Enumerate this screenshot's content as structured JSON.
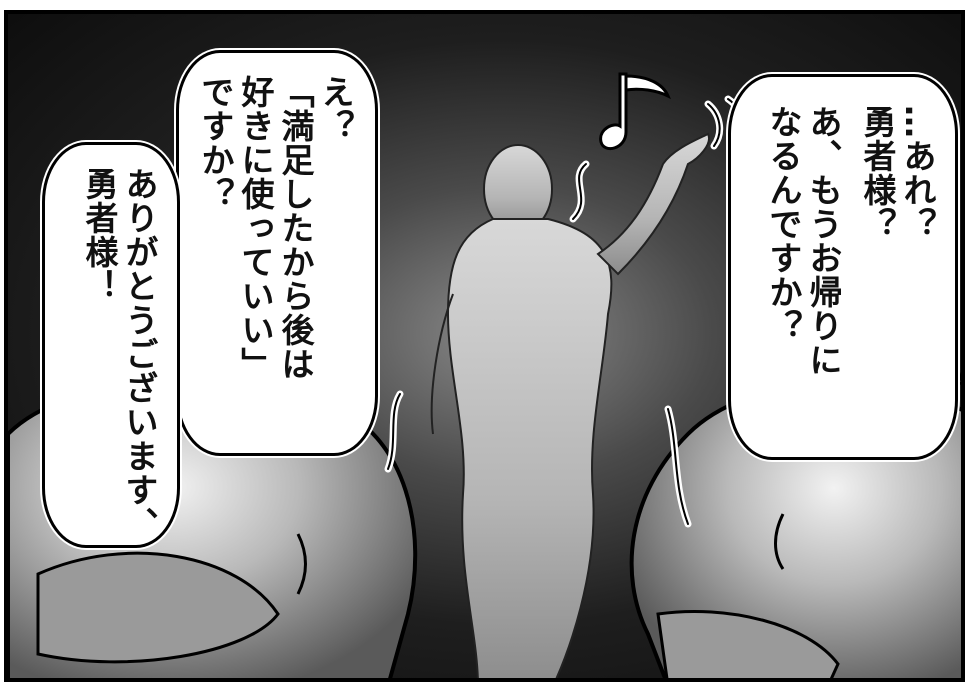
{
  "bubbles": [
    {
      "lines": [
        "…あれ？",
        "勇者様？",
        "あ、もうお帰りに",
        "なるんですか？"
      ]
    },
    {
      "lines": [
        "え？",
        "「満足したから後は",
        "好きに使っていい」",
        "ですか？"
      ]
    },
    {
      "lines": [
        "ありがとうございます、",
        "勇者様！"
      ]
    }
  ],
  "colors": {
    "ink": "#000000",
    "paper": "#ffffff",
    "dark_bg": "#111111"
  },
  "icons": [
    "music-note-icon"
  ]
}
